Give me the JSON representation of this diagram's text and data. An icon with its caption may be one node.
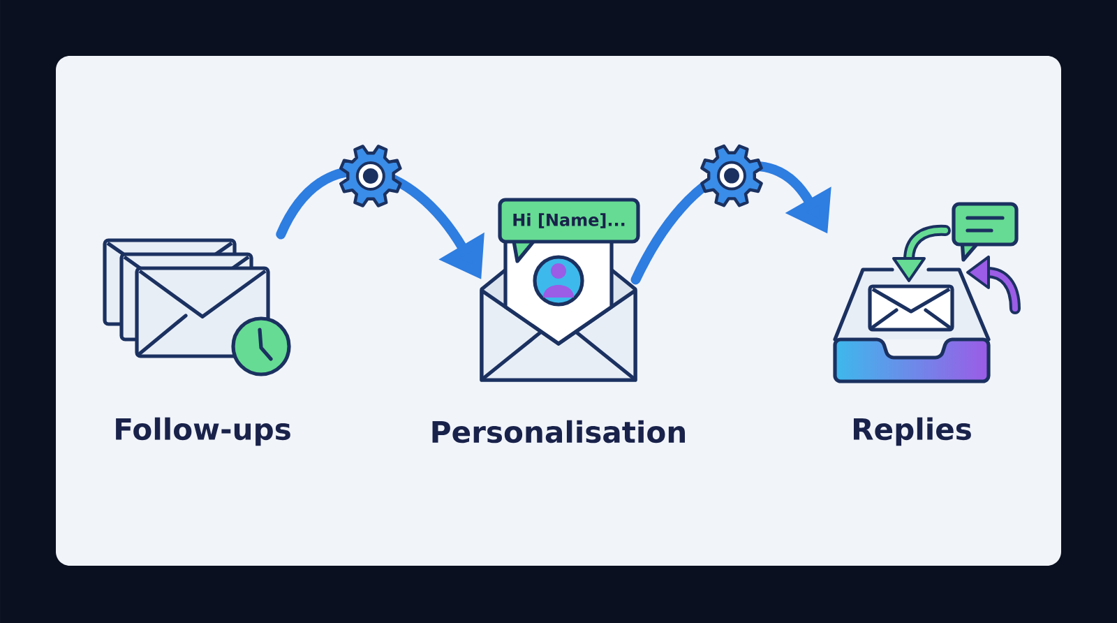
{
  "diagram": {
    "nodes": [
      {
        "text": [
          "Follow-ups"
        ]
      },
      {
        "text": [
          "Personalisation"
        ]
      },
      {
        "text": [
          "Hi [Name]..."
        ]
      },
      {
        "text": [
          "Replies"
        ]
      }
    ],
    "edges": [
      {
        "from": 0,
        "to": 1,
        "arrow": "to"
      },
      {
        "from": 1,
        "to": 3,
        "arrow": "to"
      }
    ]
  }
}
